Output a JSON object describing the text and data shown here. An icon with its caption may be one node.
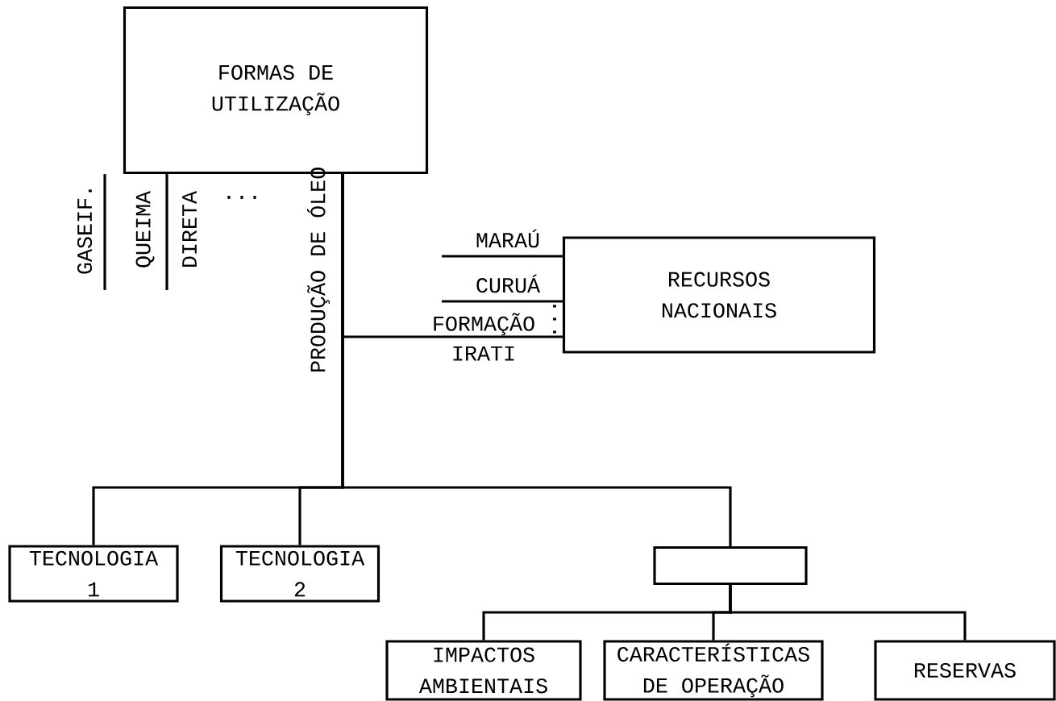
{
  "diagram": {
    "nodes": [
      {
        "text": [
          "FORMAS DE UTILIZAÇÃO"
        ]
      },
      {
        "text": [
          "RECURSOS NACIONAIS"
        ]
      },
      {
        "text": [
          "TECNOLOGIA 1"
        ]
      },
      {
        "text": [
          "TECNOLOGIA 2"
        ]
      },
      {
        "text": [],
        "shape": "box"
      },
      {
        "text": [
          "IMPACTOS AMBIENTAIS"
        ]
      },
      {
        "text": [
          "CARACTERÍSTICAS DE OPERAÇÃO"
        ]
      },
      {
        "text": [
          "RESERVAS"
        ]
      }
    ],
    "edges": [
      {
        "from": 0,
        "to": 2,
        "arrow": "none",
        "label": "PRODUÇÃO DE ÓLEO"
      },
      {
        "from": 0,
        "to": 3,
        "arrow": "none"
      },
      {
        "from": 0,
        "to": 4,
        "arrow": "none"
      },
      {
        "from": 1,
        "to": 0,
        "arrow": "none",
        "label": "FORMAÇÃO IRATI"
      },
      {
        "from": null,
        "to": 1,
        "arrow": "none",
        "label": "MARAÚ"
      },
      {
        "from": null,
        "to": 1,
        "arrow": "none",
        "label": "CURUÁ"
      },
      {
        "from": 0,
        "to": null,
        "arrow": "none"
      },
      {
        "from": 0,
        "to": null,
        "arrow": "none"
      },
      {
        "from": 4,
        "to": 5,
        "arrow": "none"
      },
      {
        "from": 4,
        "to": 6,
        "arrow": "none"
      },
      {
        "from": 4,
        "to": 7,
        "arrow": "none"
      }
    ],
    "labels": [
      "GASEIF.",
      "QUEIMA",
      "DIRETA",
      "...",
      "..."
    ]
  }
}
